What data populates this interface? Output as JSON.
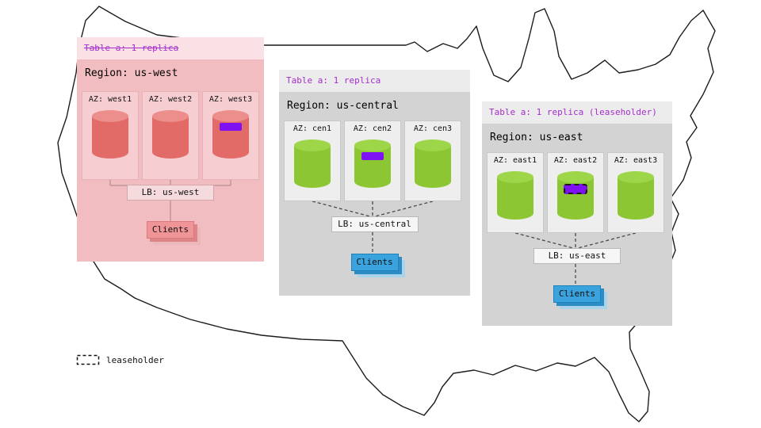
{
  "legend": {
    "label": "leaseholder"
  },
  "colors": {
    "accent_purple_text": "#a42ccd",
    "replica_chip_purple": "#7e12f2",
    "west_cylinder_red": "#e26a67",
    "cylinder_green": "#8cc733",
    "clients_blue": "#3aa2dc",
    "west_panel_pink": "#f2bdc1",
    "gray_panel": "#d3d3d3"
  },
  "regions": [
    {
      "table_label": "Table a: 1 replica",
      "table_label_strikethrough": true,
      "region_label": "Region: us-west",
      "azs": [
        {
          "label": "AZ: west1",
          "has_replica": false
        },
        {
          "label": "AZ: west2",
          "has_replica": false
        },
        {
          "label": "AZ: west3",
          "has_replica": true,
          "leaseholder": false
        }
      ],
      "lb_label": "LB: us-west",
      "clients_label": "Clients"
    },
    {
      "table_label": "Table a: 1 replica",
      "table_label_strikethrough": false,
      "region_label": "Region: us-central",
      "azs": [
        {
          "label": "AZ: cen1",
          "has_replica": false
        },
        {
          "label": "AZ: cen2",
          "has_replica": true,
          "leaseholder": false
        },
        {
          "label": "AZ: cen3",
          "has_replica": false
        }
      ],
      "lb_label": "LB: us-central",
      "clients_label": "Clients"
    },
    {
      "table_label": "Table a: 1 replica (leaseholder)",
      "table_label_strikethrough": false,
      "region_label": "Region: us-east",
      "azs": [
        {
          "label": "AZ: east1",
          "has_replica": false
        },
        {
          "label": "AZ: east2",
          "has_replica": true,
          "leaseholder": true
        },
        {
          "label": "AZ: east3",
          "has_replica": false
        }
      ],
      "lb_label": "LB: us-east",
      "clients_label": "Clients"
    }
  ]
}
